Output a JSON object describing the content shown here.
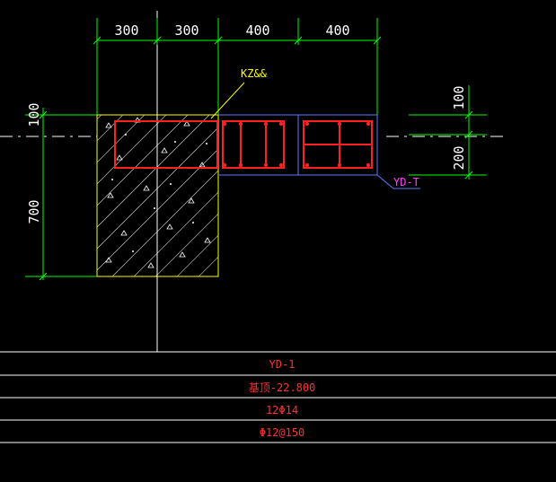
{
  "dimensions": {
    "top": [
      "300",
      "300",
      "400",
      "400"
    ],
    "left": [
      "100",
      "700"
    ],
    "right": [
      "100",
      "200"
    ]
  },
  "labels": {
    "column": "KZ&&",
    "edge_member": "YD-T"
  },
  "table": {
    "rows": [
      "YD-1",
      "基顶-22.800",
      "12Φ14",
      "Φ12@150"
    ]
  },
  "colors": {
    "background": "#000000",
    "dimension": "#00ff00",
    "column_outline": "#ffff00",
    "rebar": "#ff2020",
    "outline": "#5a7dff",
    "leader_label": "#ff40ff",
    "axis": "#ffffff",
    "table_text": "#ff3030"
  }
}
